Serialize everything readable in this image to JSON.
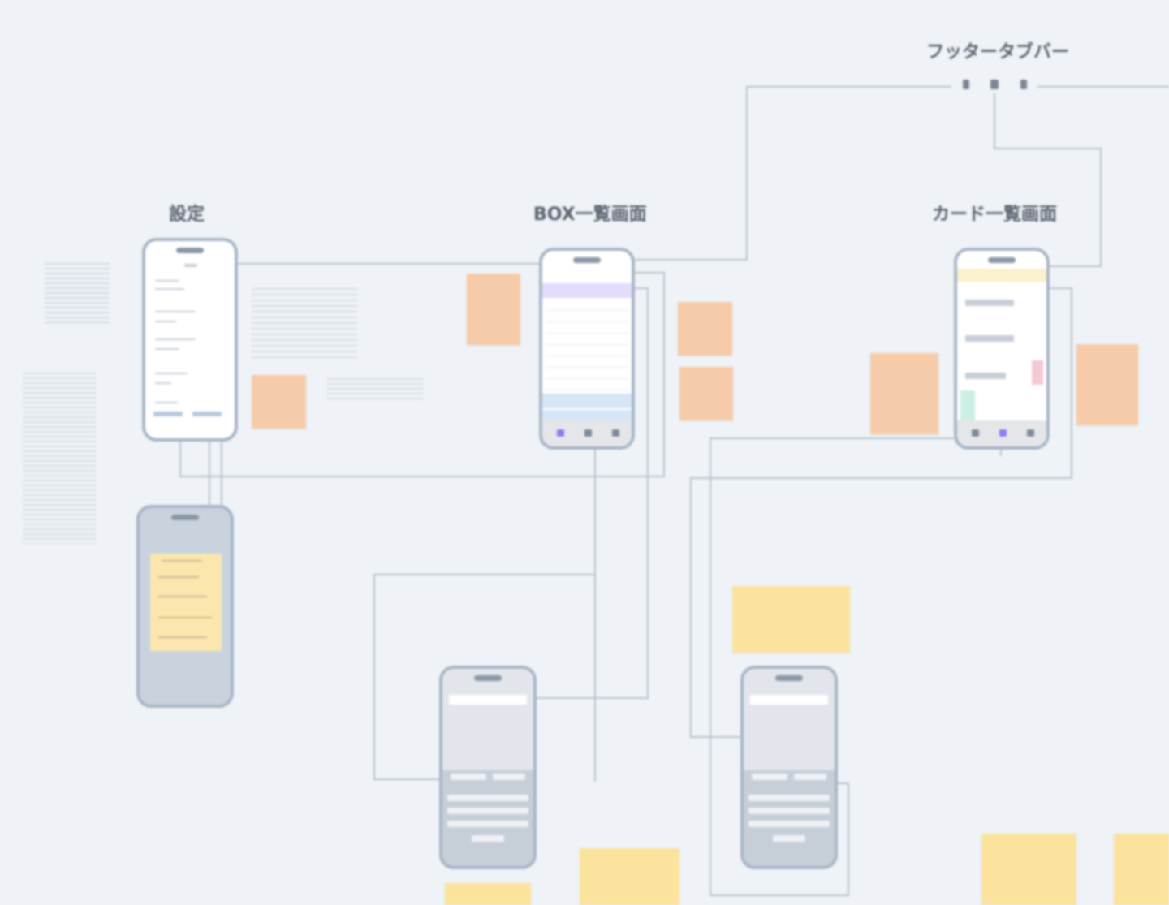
{
  "titles": {
    "settings": "設定",
    "box_list": "BOX一覧画面",
    "card_list": "カード一覧画面",
    "footer_tabbar": "フッタータブバー"
  },
  "colors": {
    "background": "#eff3f7",
    "connector": "#b9c1cc",
    "sticky_orange": "#f6cba9",
    "sticky_yellow": "#fbe39e",
    "phone_frame": "#a9b6c6",
    "highlight_purple": "#e3dcfb",
    "highlight_blue": "#d6e6f6"
  }
}
